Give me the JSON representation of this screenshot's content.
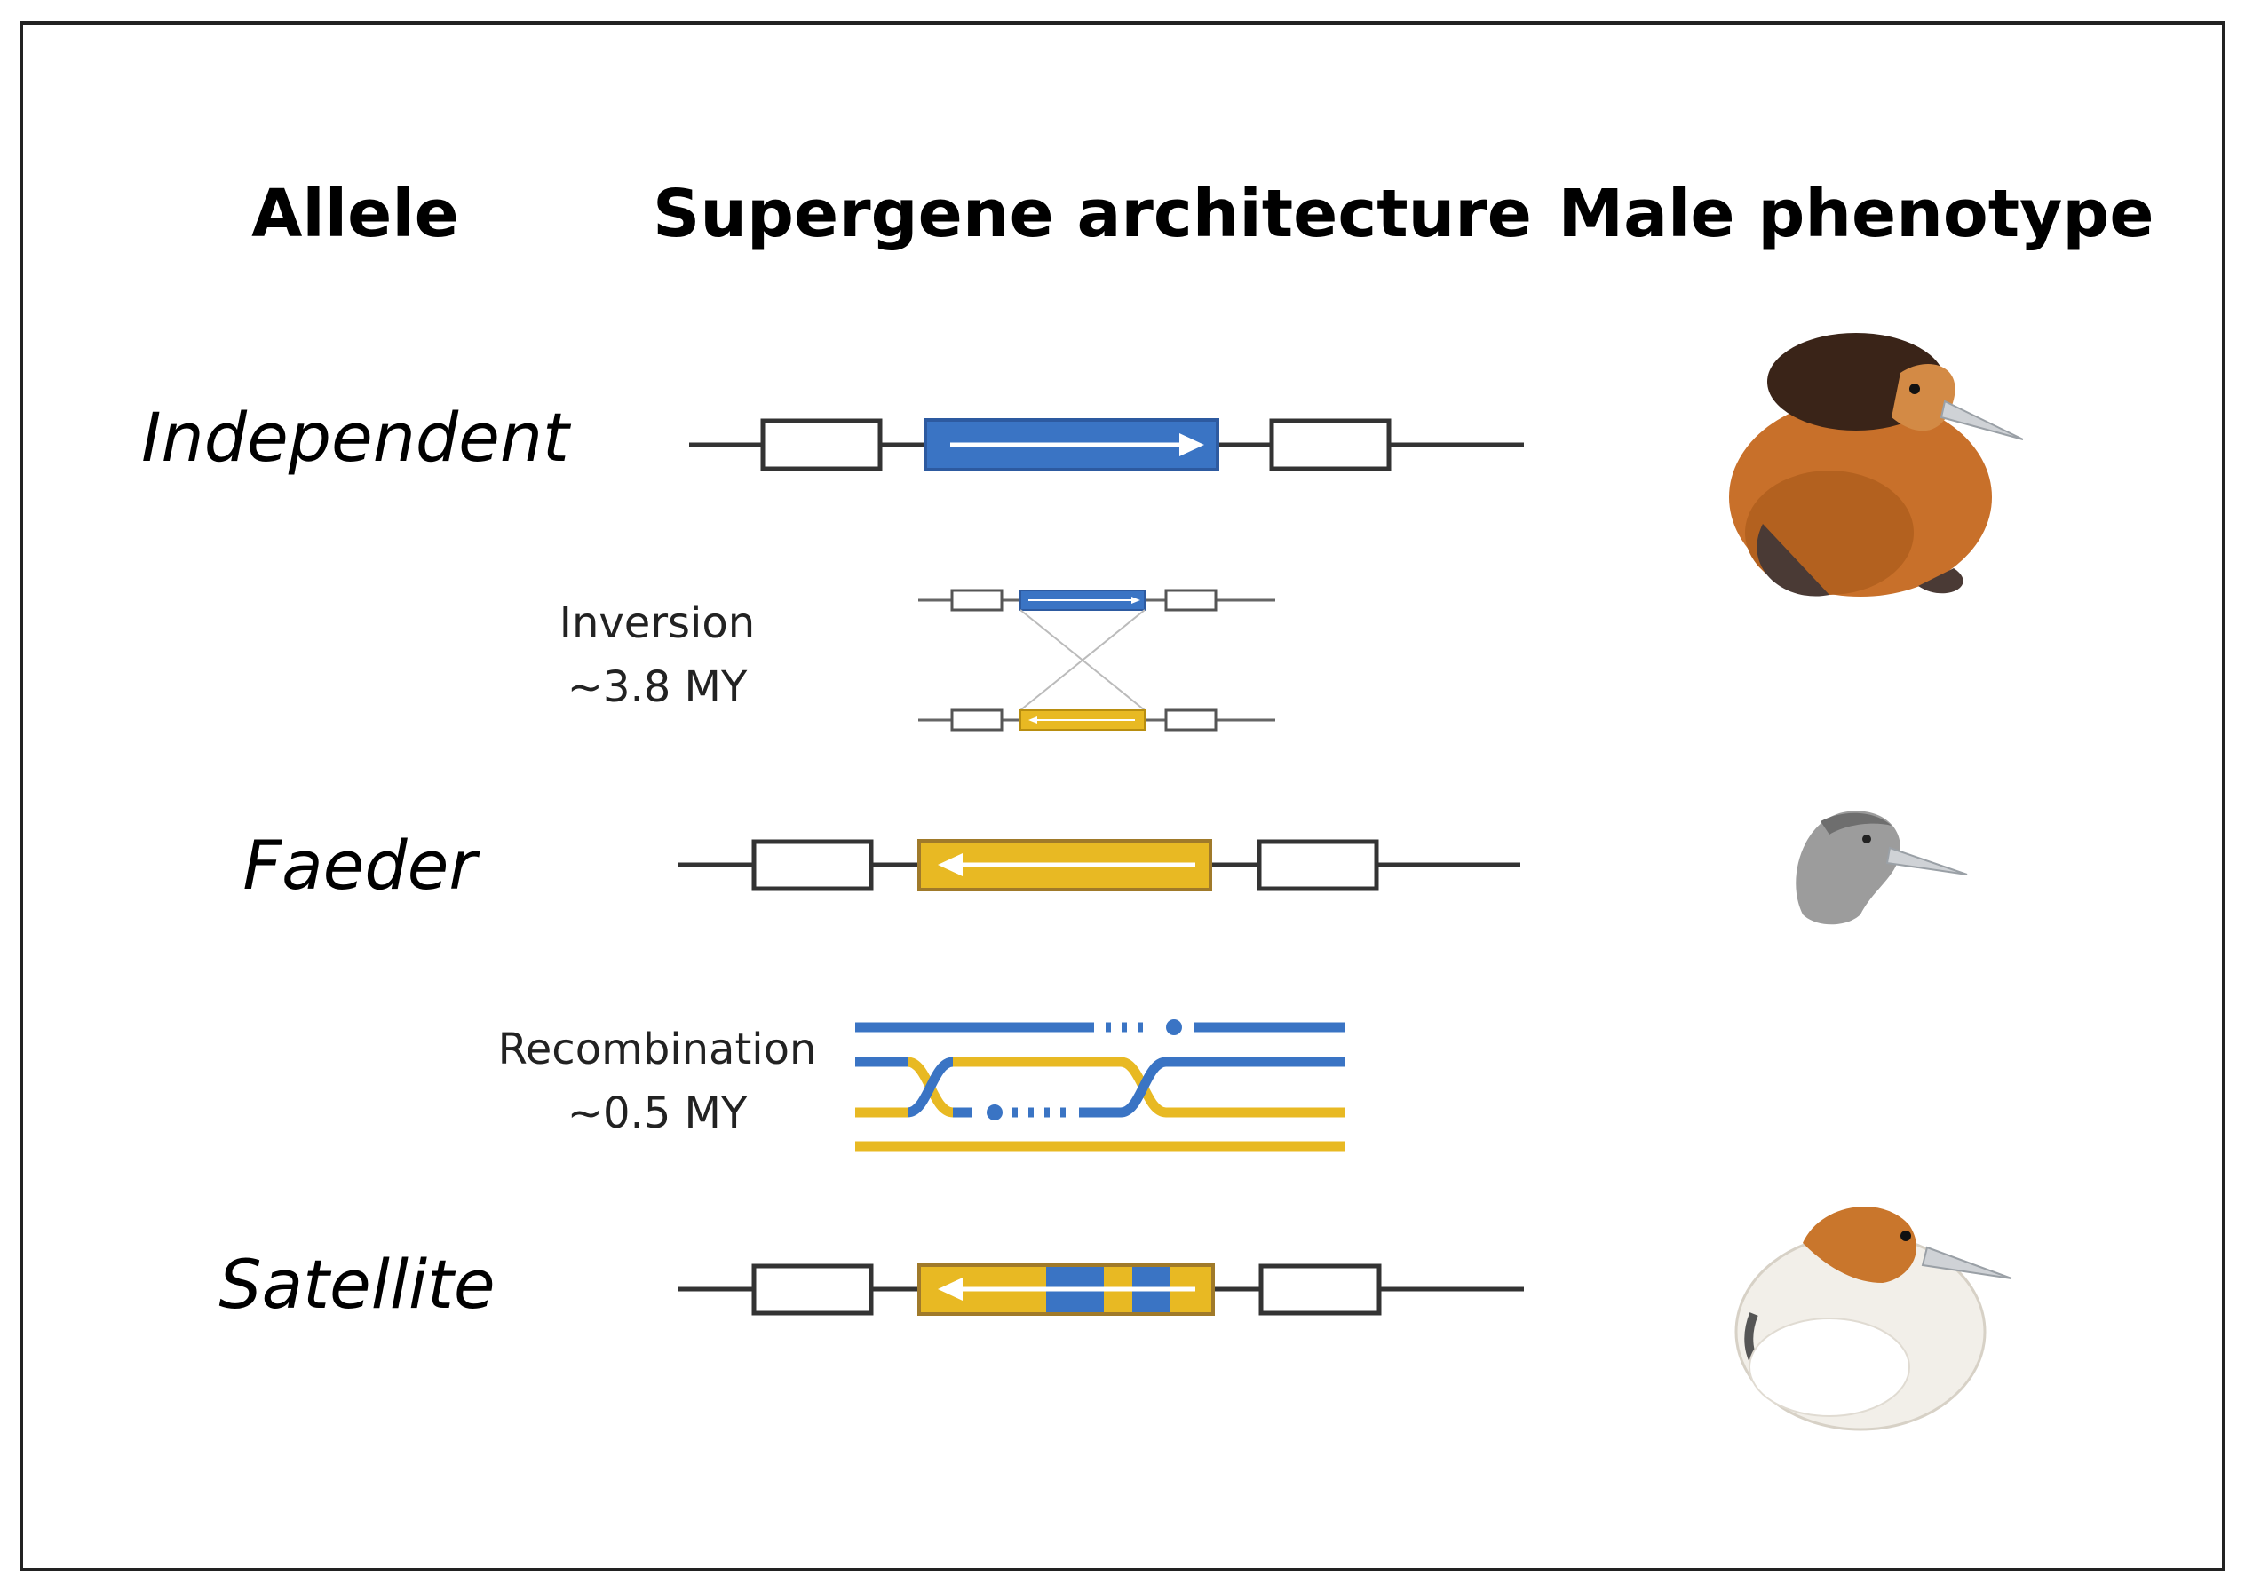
{
  "headers": {
    "allele": "Allele",
    "architecture": "Supergene architecture",
    "phenotype": "Male phenotype"
  },
  "alleles": [
    {
      "name": "Independent",
      "segment_color": "#3a74c4",
      "arrow_direction": "right",
      "phenotype": "dark-ruff-bird-icon"
    },
    {
      "name": "Faeder",
      "segment_color": "#e8b923",
      "arrow_direction": "left",
      "phenotype": "grey-female-like-bird-icon"
    },
    {
      "name": "Satellite",
      "segment_color": "#e8b923",
      "arrow_direction": "left",
      "phenotype": "white-ruff-bird-icon"
    }
  ],
  "events": {
    "inversion": {
      "line1": "Inversion",
      "line2": "~3.8 MY"
    },
    "recombination": {
      "line1": "Recombination",
      "line2": "~0.5 MY"
    }
  },
  "colors": {
    "blue": "#3a74c4",
    "yellow": "#e8b923",
    "border": "#000000"
  }
}
